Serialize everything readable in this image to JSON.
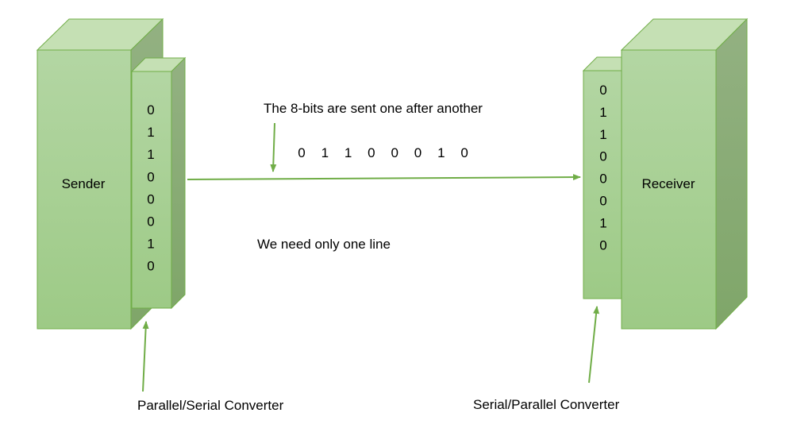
{
  "sender": {
    "label": "Sender"
  },
  "receiver": {
    "label": "Receiver"
  },
  "sender_converter": {
    "bits": [
      "0",
      "1",
      "1",
      "0",
      "0",
      "0",
      "1",
      "0"
    ]
  },
  "receiver_converter": {
    "bits": [
      "0",
      "1",
      "1",
      "0",
      "0",
      "0",
      "1",
      "0"
    ]
  },
  "line_caption": "The 8-bits are sent one after another",
  "serial_bits": [
    "0",
    "1",
    "1",
    "0",
    "0",
    "0",
    "1",
    "0"
  ],
  "line_note": "We need only one line",
  "left_converter_label": "Parallel/Serial Converter",
  "right_converter_label": "Serial/Parallel Converter",
  "colors": {
    "front": "#a5ce90",
    "top": "#c5e0b4",
    "side": "#8aab76",
    "outline": "#70ad47",
    "arrow": "#70ad47"
  }
}
